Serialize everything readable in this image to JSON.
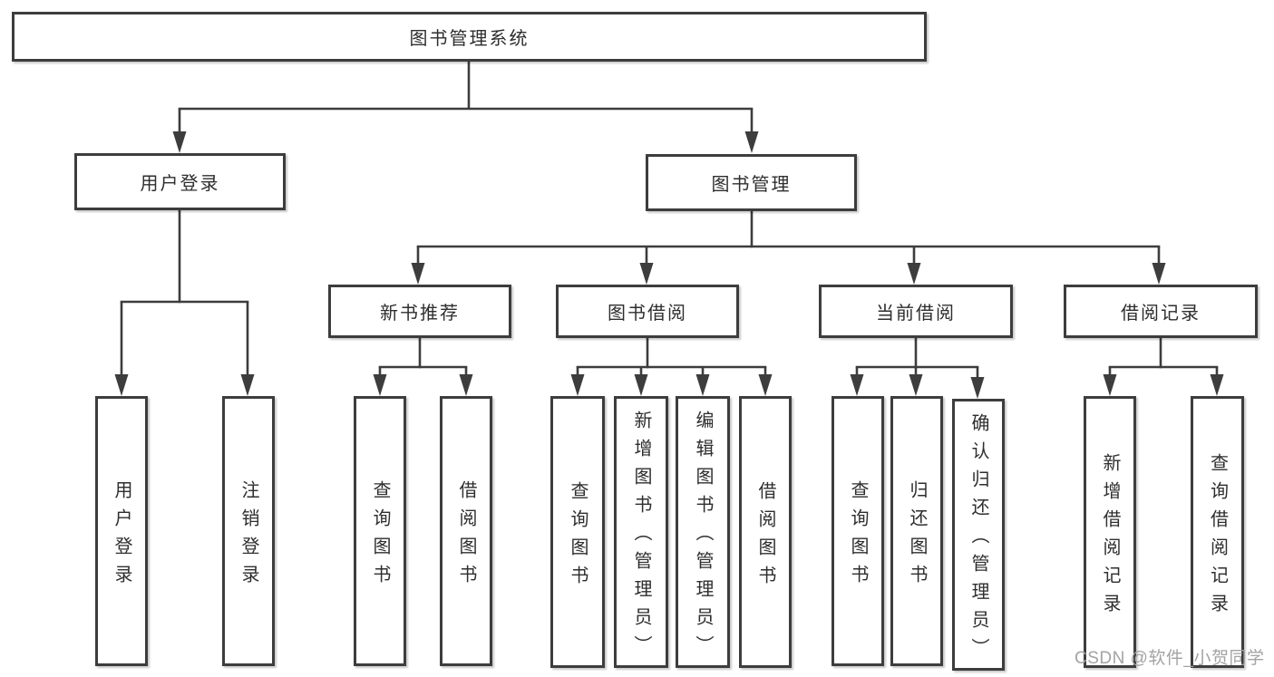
{
  "diagram": {
    "root": {
      "label": "图书管理系统"
    },
    "branches": [
      {
        "label": "用户登录",
        "children": [
          {
            "label": "用户登录"
          },
          {
            "label": "注销登录"
          }
        ]
      },
      {
        "label": "图书管理",
        "children": [
          {
            "label": "新书推荐",
            "children": [
              {
                "label": "查询图书"
              },
              {
                "label": "借阅图书"
              }
            ]
          },
          {
            "label": "图书借阅",
            "children": [
              {
                "label": "查询图书"
              },
              {
                "label": "新增图书（管理员）"
              },
              {
                "label": "编辑图书（管理员）"
              },
              {
                "label": "借阅图书"
              }
            ]
          },
          {
            "label": "当前借阅",
            "children": [
              {
                "label": "查询图书"
              },
              {
                "label": "归还图书"
              },
              {
                "label": "确认归还（管理员）"
              }
            ]
          },
          {
            "label": "借阅记录",
            "children": [
              {
                "label": "新增借阅记录"
              },
              {
                "label": "查询借阅记录"
              }
            ]
          }
        ]
      }
    ],
    "watermark": "CSDN @软件_小贺同学",
    "colors": {
      "line": "#3d3d3d",
      "box_border": "#3d3d3d",
      "box_fill": "#ffffff",
      "text": "#2e2e2e",
      "watermark": "#a3a3a3"
    }
  }
}
